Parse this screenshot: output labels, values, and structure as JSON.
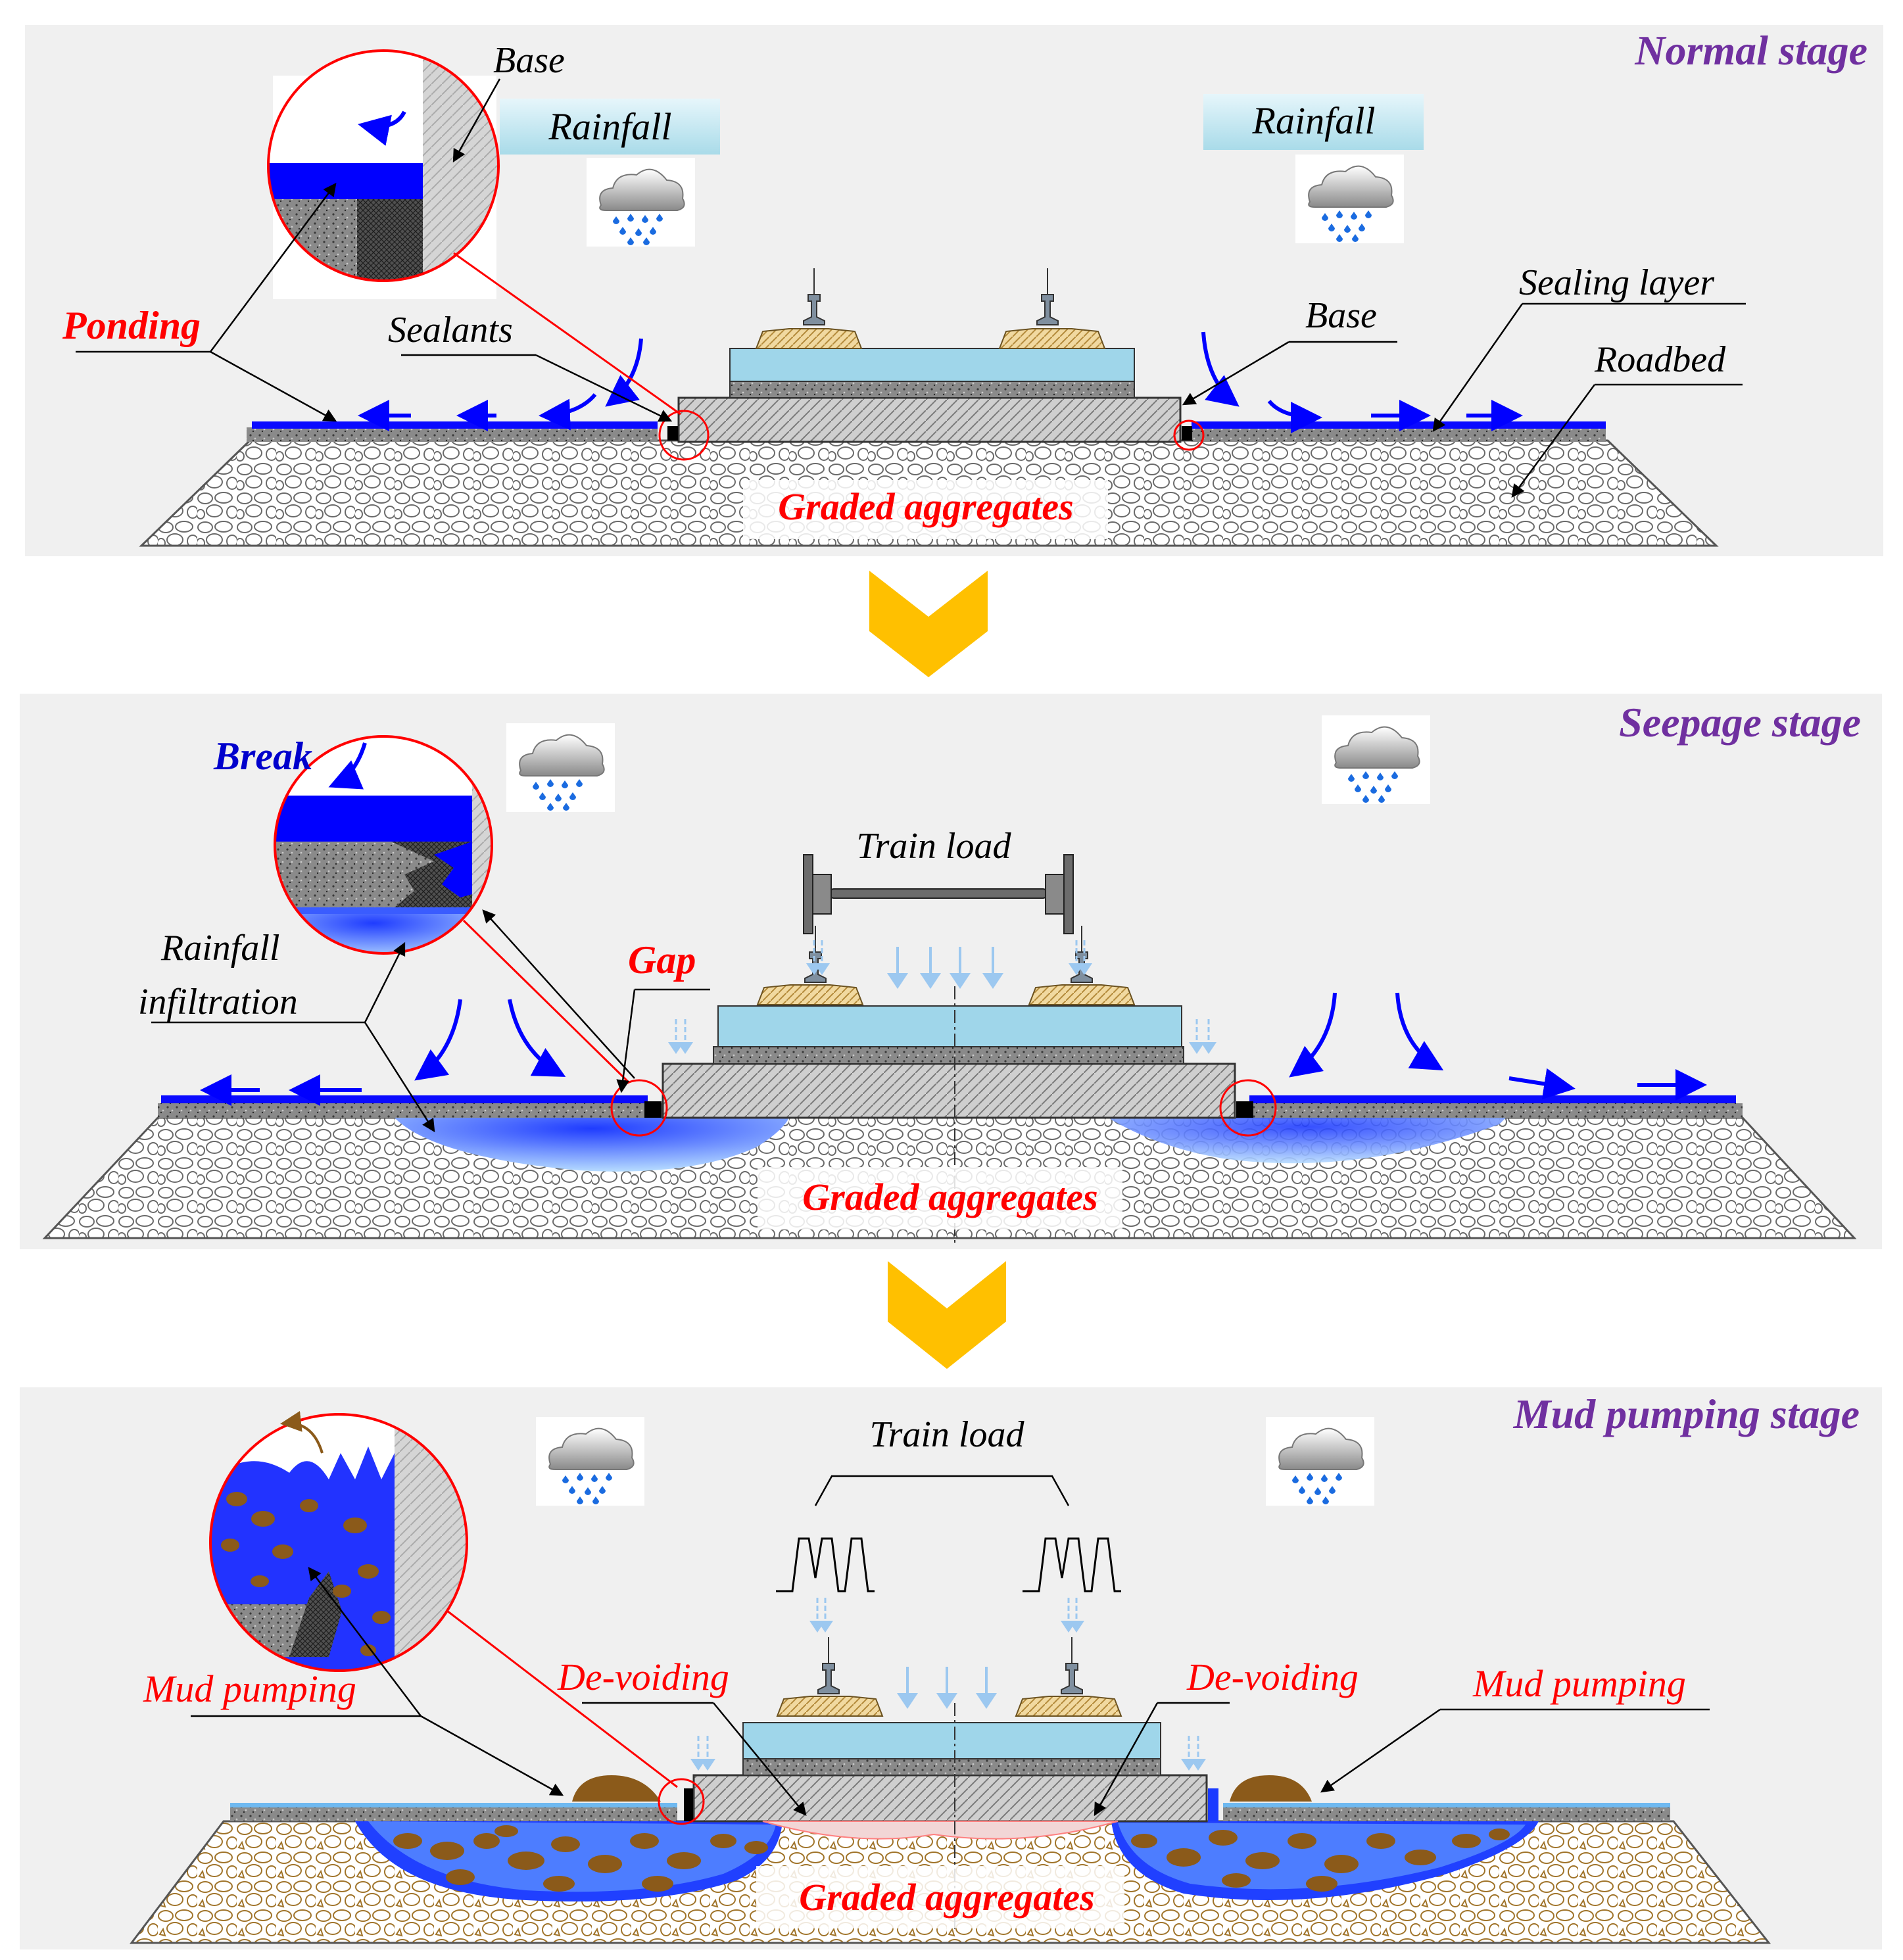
{
  "stages": [
    {
      "title": "Normal stage",
      "labels": {
        "base_top": "Base",
        "rainfall_left": "Rainfall",
        "rainfall_right": "Rainfall",
        "ponding": "Ponding",
        "sealants": "Sealants",
        "base_right": "Base",
        "sealing_layer": "Sealing layer",
        "roadbed": "Roadbed",
        "graded_aggregates": "Graded aggregates"
      }
    },
    {
      "title": "Seepage stage",
      "labels": {
        "break": "Break",
        "train_load": "Train load",
        "rainfall_infiltration_1": "Rainfall",
        "rainfall_infiltration_2": "infiltration",
        "gap": "Gap",
        "graded_aggregates": "Graded aggregates"
      }
    },
    {
      "title": "Mud pumping stage",
      "labels": {
        "train_load": "Train load",
        "mud_pumping_left": "Mud pumping",
        "de_voiding_left": "De-voiding",
        "de_voiding_right": "De-voiding",
        "mud_pumping_right": "Mud pumping",
        "graded_aggregates": "Graded aggregates"
      }
    }
  ],
  "colors": {
    "panel_bg": "#f0f0f0",
    "title": "#7030a0",
    "red_label": "#ff0000",
    "water": "#0000ff",
    "arrow_chevron": "#ffc000",
    "slab": "#9fd6ea",
    "mud": "#8b5a1a"
  }
}
